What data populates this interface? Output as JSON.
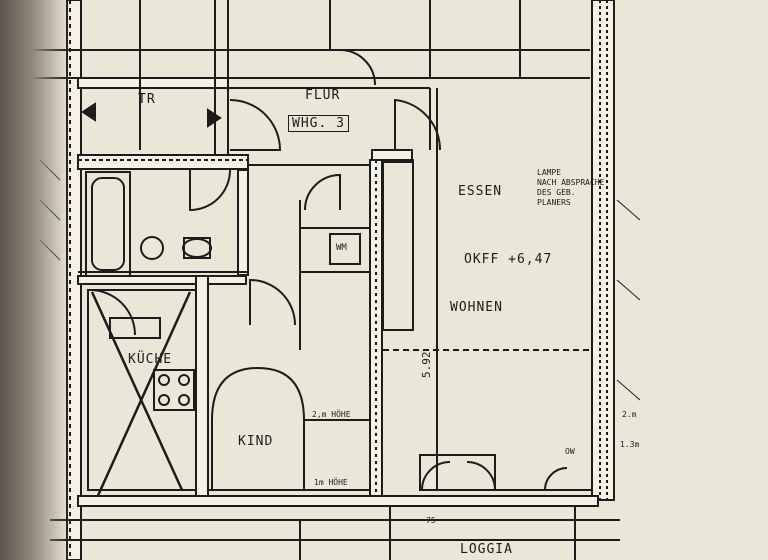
{
  "plan": {
    "rooms": {
      "flur": "FLUR",
      "whg": "WHG. 3",
      "essen": "ESSEN",
      "okff": "OKFF +6,47",
      "wohnen": "WOHNEN",
      "kind": "KIND",
      "kueche": "KÜCHE",
      "loggia": "LOGGIA",
      "tr": "TR",
      "wm": "WM"
    },
    "annotations": {
      "dim_592": "5.92",
      "hoehe_2m": "2,m HÖHE",
      "hoehe_1m": "1m HÖHE",
      "lampe_note_1": "LAMPE",
      "lampe_note_2": "NACH ABSPRACHE",
      "lampe_note_3": "DES GEB.",
      "lampe_note_4": "PLANERS",
      "dim_2m": "2.m",
      "dim_13m": "1.3m",
      "dim_ow": "OW",
      "dim_75": "75"
    }
  }
}
